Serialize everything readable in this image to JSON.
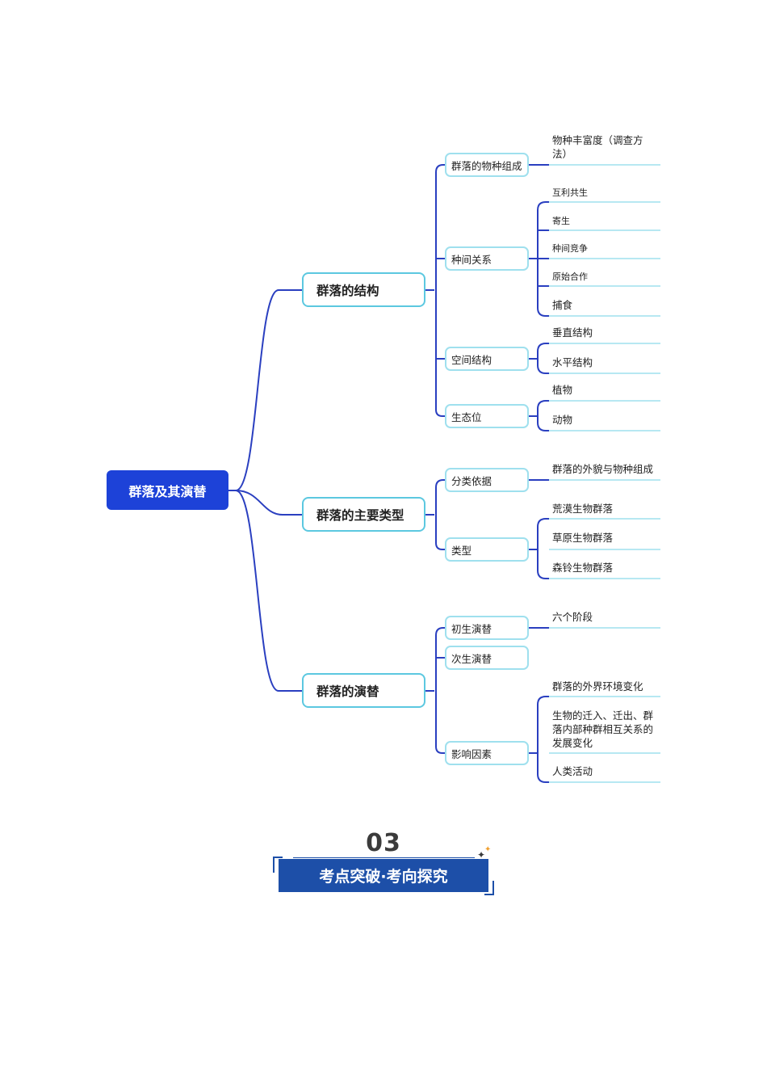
{
  "mindmap": {
    "root": "群落及其演替",
    "branches": [
      {
        "label": "群落的结构",
        "children": [
          {
            "label": "群落的物种组成",
            "leaves": [
              "物种丰富度（调查方法）"
            ]
          },
          {
            "label": "种间关系",
            "leaves": [
              "互利共生",
              "寄生",
              "种间竞争",
              "原始合作",
              "捕食"
            ]
          },
          {
            "label": "空间结构",
            "leaves": [
              "垂直结构",
              "水平结构"
            ]
          },
          {
            "label": "生态位",
            "leaves": [
              "植物",
              "动物"
            ]
          }
        ]
      },
      {
        "label": "群落的主要类型",
        "children": [
          {
            "label": "分类依据",
            "leaves": [
              "群落的外貌与物种组成"
            ]
          },
          {
            "label": "类型",
            "leaves": [
              "荒漠生物群落",
              "草原生物群落",
              "森铃生物群落"
            ]
          }
        ]
      },
      {
        "label": "群落的演替",
        "children": [
          {
            "label": "初生演替",
            "leaves": [
              "六个阶段"
            ]
          },
          {
            "label": "次生演替",
            "leaves": []
          },
          {
            "label": "影响因素",
            "leaves": [
              "群落的外界环境变化",
              "生物的迁入、迁出、群落内部种群相互关系的发展变化",
              "人类活动"
            ]
          }
        ]
      }
    ]
  },
  "section_badge": {
    "number": "03",
    "title": "考点突破·考向探究"
  },
  "colors": {
    "line": "#2a3fc0",
    "root_fill": "#1d42d8",
    "l1_border": "#5cc8e0",
    "l2_border": "#9fe0ee",
    "leaf_underline": "#9fe0ee",
    "badge_fill": "#1d4fa8"
  }
}
